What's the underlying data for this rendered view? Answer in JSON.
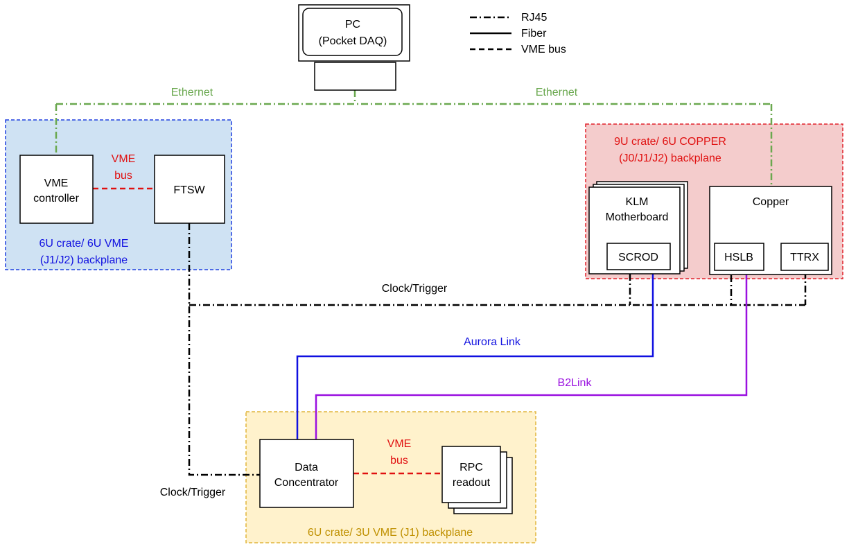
{
  "legend": {
    "rj45": "RJ45",
    "fiber": "Fiber",
    "vme_bus": "VME bus"
  },
  "pc": {
    "line1": "PC",
    "line2": "(Pocket DAQ)"
  },
  "ethernet_left": "Ethernet",
  "ethernet_right": "Ethernet",
  "crate_vme6u": {
    "label_line1": "6U crate/ 6U VME",
    "label_line2": "(J1/J2) backplane",
    "vme_controller_line1": "VME",
    "vme_controller_line2": "controller",
    "vme_bus_line1": "VME",
    "vme_bus_line2": "bus",
    "ftsw": "FTSW"
  },
  "crate_copper9u": {
    "label_line1": "9U crate/ 6U COPPER",
    "label_line2": "(J0/J1/J2) backplane",
    "klm_line1": "KLM",
    "klm_line2": "Motherboard",
    "scrod": "SCROD",
    "copper": "Copper",
    "hslb": "HSLB",
    "ttrx": "TTRX"
  },
  "clock_trigger_top": "Clock/Trigger",
  "clock_trigger_bottom": "Clock/Trigger",
  "aurora_link": "Aurora Link",
  "b2link": "B2Link",
  "crate_vme3u": {
    "label": "6U crate/ 3U VME (J1) backplane",
    "dc_line1": "Data",
    "dc_line2": "Concentrator",
    "vme_bus_line1": "VME",
    "vme_bus_line2": "bus",
    "rpc_line1": "RPC",
    "rpc_line2": "readout"
  },
  "colors": {
    "ethernet": "#6aa84f",
    "blue_crate_fill": "#cfe2f3",
    "blue_crate_border": "#1f3fe0",
    "red_crate_fill": "#f4cccc",
    "red_crate_border": "#e0202a",
    "yellow_crate_fill": "#fff2cc",
    "yellow_crate_border": "#e0b53c",
    "vme_bus": "#e01010",
    "aurora": "#1010e0",
    "b2link": "#9a10e0",
    "blue_text": "#1010e0",
    "red_text": "#e01010",
    "yellow_text": "#bf9000"
  }
}
